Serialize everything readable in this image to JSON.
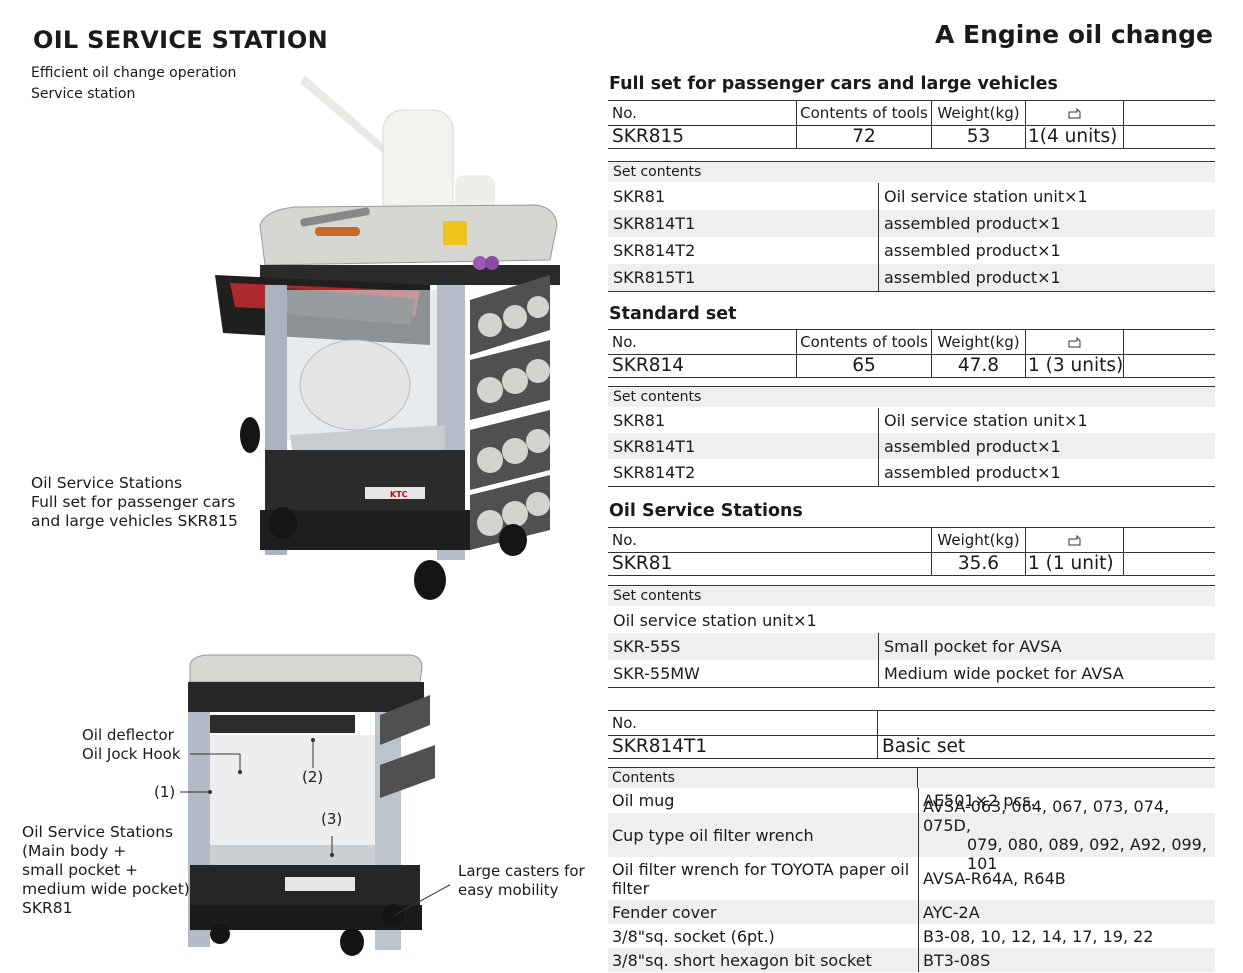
{
  "header": {
    "title": "OIL SERVICE STATION",
    "heading": "A Engine oil change",
    "subtitle_1": "Efficient oil change operation",
    "subtitle_2": "Service station"
  },
  "images": {
    "cart1_caption": [
      "Oil Service Stations",
      "Full set for passenger cars",
      "and large vehicles SKR815"
    ],
    "cart2_caption": [
      "Oil Service Stations",
      "(Main body +",
      "small pocket +",
      "medium wide pocket)",
      "SKR81"
    ],
    "callouts": {
      "deflector": "Oil deflector",
      "jock_hook": "Oil Jock Hook",
      "c1": "(1)",
      "c2": "(2)",
      "c3": "(3)",
      "casters_1": "Large casters for",
      "casters_2": "easy mobility"
    },
    "brand_mark": "KTC"
  },
  "full_set": {
    "title": "Full set for passenger cars and large vehicles",
    "headers": {
      "no": "No.",
      "contents": "Contents of tools",
      "weight": "Weight(kg)"
    },
    "row": {
      "no": "SKR815",
      "contents": "72",
      "weight": "53",
      "package": "1(4 units)"
    },
    "set_label": "Set contents",
    "items": [
      {
        "code": "SKR81",
        "desc": "Oil service station unit×1"
      },
      {
        "code": "SKR814T1",
        "desc": "assembled product×1"
      },
      {
        "code": "SKR814T2",
        "desc": "assembled product×1"
      },
      {
        "code": "SKR815T1",
        "desc": "assembled product×1"
      }
    ]
  },
  "standard_set": {
    "title": "Standard set",
    "headers": {
      "no": "No.",
      "contents": "Contents of tools",
      "weight": "Weight(kg)"
    },
    "row": {
      "no": "SKR814",
      "contents": "65",
      "weight": "47.8",
      "package": "1 (3 units)"
    },
    "set_label": "Set contents",
    "items": [
      {
        "code": "SKR81",
        "desc": "Oil service station unit×1"
      },
      {
        "code": "SKR814T1",
        "desc": "assembled product×1"
      },
      {
        "code": "SKR814T2",
        "desc": "assembled product×1"
      }
    ]
  },
  "stations": {
    "title": "Oil Service Stations",
    "headers": {
      "no": "No.",
      "weight": "Weight(kg)"
    },
    "row": {
      "no": "SKR81",
      "weight": "35.6",
      "package": "1 (1 unit)"
    },
    "set_label": "Set contents",
    "unit": "Oil service station unit×1",
    "items": [
      {
        "code": "SKR-55S",
        "desc": "Small pocket for AVSA"
      },
      {
        "code": "SKR-55MW",
        "desc": "Medium wide pocket for AVSA"
      }
    ]
  },
  "basic": {
    "header_no": "No.",
    "code": "SKR814T1",
    "name": "Basic set",
    "contents_label": "Contents",
    "items": [
      {
        "name": "Oil mug",
        "value": "AE501×2 pcs."
      },
      {
        "name": "Cup type oil filter wrench",
        "value_1": "AVSA-063, 064, 067, 073, 074, 075D,",
        "value_2": "079, 080, 089, 092, A92, 099, 101"
      },
      {
        "name_1": "Oil filter wrench for TOYOTA paper oil",
        "name_2": "filter",
        "value": "AVSA-R64A, R64B"
      },
      {
        "name": "Fender cover",
        "value": "AYC-2A"
      },
      {
        "name": "3/8\"sq. socket (6pt.)",
        "value": "B3-08, 10, 12, 14, 17, 19, 22"
      },
      {
        "name": "3/8\"sq. short hexagon bit socket",
        "value": "BT3-08S"
      }
    ]
  }
}
